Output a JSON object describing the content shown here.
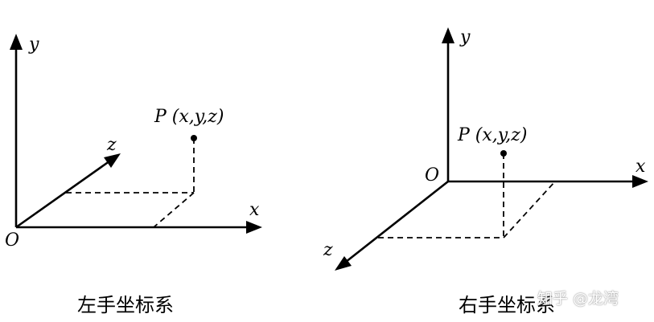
{
  "left_diagram": {
    "axis_labels": {
      "y": "y",
      "z": "z",
      "x": "x"
    },
    "origin": "O",
    "point_label": "P (x,y,z)",
    "caption": "左手坐标系"
  },
  "right_diagram": {
    "axis_labels": {
      "y": "y",
      "z": "z",
      "x": "x"
    },
    "origin": "O",
    "point_label": "P (x,y,z)",
    "caption": "右手坐标系"
  },
  "watermark": "知乎 @龙湾"
}
